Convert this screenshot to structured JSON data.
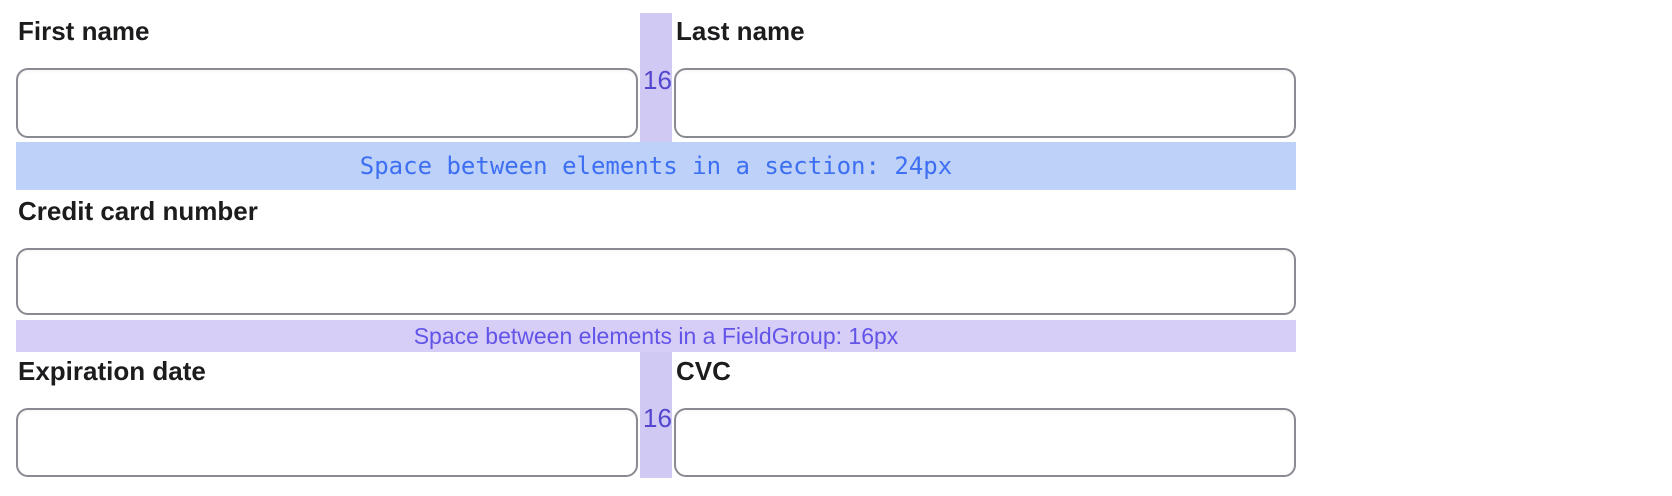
{
  "form": {
    "fields": {
      "first_name": {
        "label": "First name",
        "value": ""
      },
      "last_name": {
        "label": "Last name",
        "value": ""
      },
      "credit_card_number": {
        "label": "Credit card number",
        "value": ""
      },
      "expiration_date": {
        "label": "Expiration date",
        "value": ""
      },
      "cvc": {
        "label": "CVC",
        "value": ""
      }
    }
  },
  "annotations": {
    "section_spacing": {
      "text": "Space between elements in a section: 24px",
      "bg_color": "#bed1f9",
      "text_color": "#3d6ff2"
    },
    "fieldgroup_spacing": {
      "text": "Space between elements in a FieldGroup: 16px",
      "bg_color": "#d6cef7",
      "text_color": "#6254e8"
    },
    "column_gap_top": {
      "text": "16"
    },
    "column_gap_bottom": {
      "text": "16"
    },
    "gap_strip_color": "#d0c9f3",
    "gap_label_color": "#5347cf"
  }
}
